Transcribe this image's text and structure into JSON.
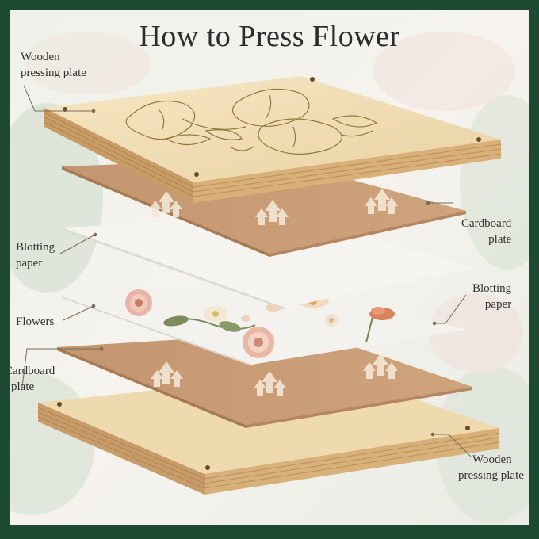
{
  "title": "How to Press Flower",
  "labels": {
    "wooden_top": [
      "Wooden",
      "pressing plate"
    ],
    "cardboard_top": [
      "Cardboard",
      "plate"
    ],
    "blotting_left": [
      "Blotting",
      "paper"
    ],
    "blotting_right": [
      "Blotting",
      "paper"
    ],
    "flowers": "Flowers",
    "cardboard_bottom": [
      "Cardboard",
      "plate"
    ],
    "wooden_bottom": [
      "Wooden",
      "pressing plate"
    ]
  },
  "colors": {
    "frame": "#1f4a32",
    "wood": "#efd9ad",
    "wood_edge": "#c9a06a",
    "cardboard": "#c79b72",
    "paper": "#f4f3ef",
    "arrow": "#f3e6d6",
    "leader": "#7a6a52"
  },
  "icons": [
    "up-arrow-icon",
    "flower-illustration"
  ]
}
